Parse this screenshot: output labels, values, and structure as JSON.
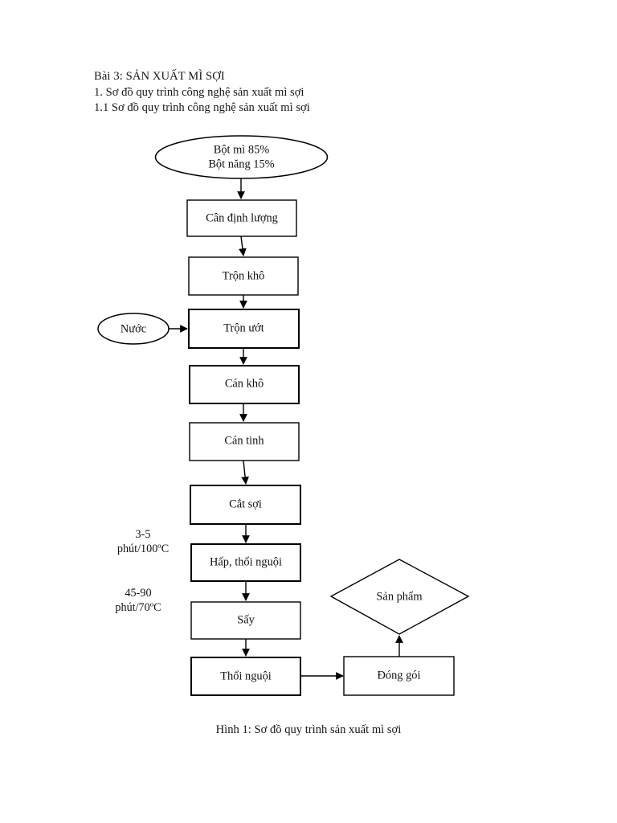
{
  "document": {
    "heading_lines": [
      "Bài 3: SẢN XUẤT MÌ SỢI",
      "1. Sơ đồ quy trình công nghệ sản xuất mì sợi",
      "1.1 Sơ đồ quy trình công nghệ sản xuất mì sợi"
    ],
    "caption": "Hình 1: Sơ đồ quy trình sản xuất mì sợi"
  },
  "chart_data": {
    "type": "diagram",
    "diagram_kind": "process-flowchart",
    "title": "Sơ đồ quy trình sản xuất mì sợi",
    "orientation": "top-to-bottom",
    "colors": {
      "background": "#ffffff",
      "stroke": "#000000",
      "text": "#111111"
    },
    "nodes": [
      {
        "id": "input",
        "shape": "ellipse",
        "lines": [
          "Bột mì 85%",
          "Bột năng 15%"
        ],
        "line1": "Bột mì 85%",
        "line2": "Bột năng 15%"
      },
      {
        "id": "can-dinh-luong",
        "shape": "rect",
        "label": "Cân định lượng"
      },
      {
        "id": "tron-kho",
        "shape": "rect",
        "label": "Trộn khô"
      },
      {
        "id": "tron-uot",
        "shape": "rect",
        "label": "Trộn ướt"
      },
      {
        "id": "nuoc",
        "shape": "ellipse",
        "label": "Nước"
      },
      {
        "id": "can-kho",
        "shape": "rect",
        "label": "Cán khô"
      },
      {
        "id": "can-tinh",
        "shape": "rect",
        "label": "Cán tinh"
      },
      {
        "id": "cat-soi",
        "shape": "rect",
        "label": "Cắt sợi"
      },
      {
        "id": "hap-thoi-nguoi",
        "shape": "rect",
        "label": "Hấp, thổi nguội"
      },
      {
        "id": "say",
        "shape": "rect",
        "label": "Sấy"
      },
      {
        "id": "thoi-nguoi",
        "shape": "rect",
        "label": "Thổi nguội"
      },
      {
        "id": "dong-goi",
        "shape": "rect",
        "label": "Đóng gói"
      },
      {
        "id": "san-pham",
        "shape": "diamond",
        "label": "Sản phẩm"
      }
    ],
    "annotations": [
      {
        "id": "note-hap",
        "target": "hap-thoi-nguoi",
        "line1": "3-5",
        "line2": "phút/100ºC"
      },
      {
        "id": "note-say",
        "target": "say",
        "line1": "45-90",
        "line2": "phút/70ºC"
      }
    ],
    "edges": [
      {
        "from": "input",
        "to": "can-dinh-luong"
      },
      {
        "from": "can-dinh-luong",
        "to": "tron-kho"
      },
      {
        "from": "tron-kho",
        "to": "tron-uot"
      },
      {
        "from": "nuoc",
        "to": "tron-uot"
      },
      {
        "from": "tron-uot",
        "to": "can-kho"
      },
      {
        "from": "can-kho",
        "to": "can-tinh"
      },
      {
        "from": "can-tinh",
        "to": "cat-soi"
      },
      {
        "from": "cat-soi",
        "to": "hap-thoi-nguoi"
      },
      {
        "from": "hap-thoi-nguoi",
        "to": "say"
      },
      {
        "from": "say",
        "to": "thoi-nguoi"
      },
      {
        "from": "thoi-nguoi",
        "to": "dong-goi"
      },
      {
        "from": "dong-goi",
        "to": "san-pham"
      }
    ]
  }
}
